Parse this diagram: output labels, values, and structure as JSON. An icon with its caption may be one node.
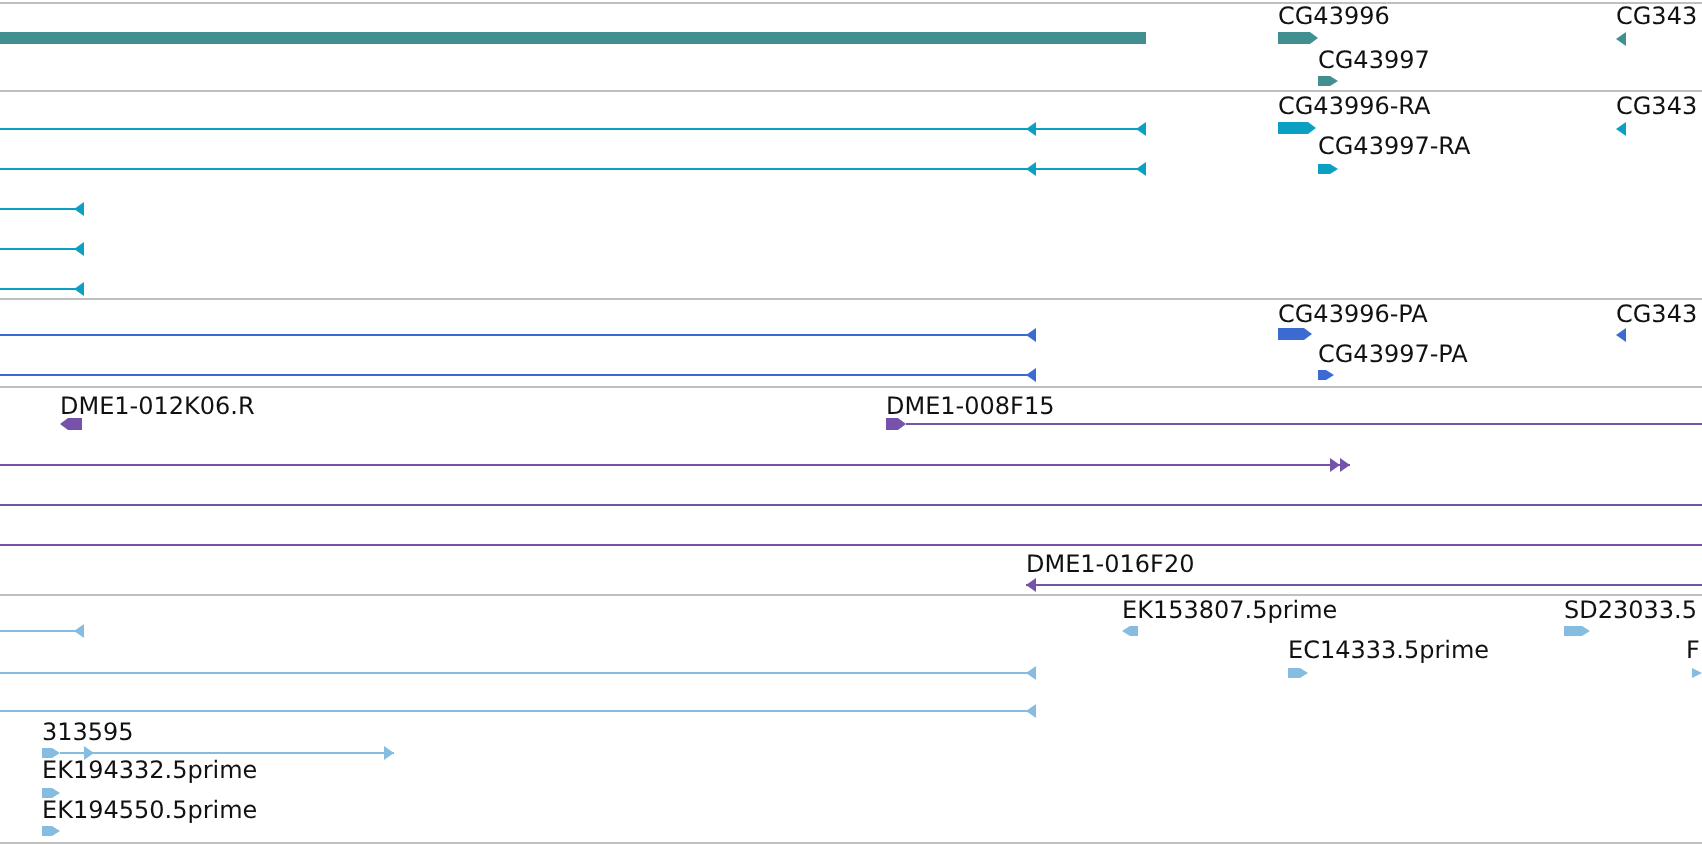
{
  "diagram": {
    "nodes": [
      {
        "text": [],
        "shape": "bar"
      },
      {
        "text": [
          "CG43996"
        ]
      },
      {
        "text": [
          "CG343"
        ]
      },
      {
        "text": [
          "CG43997"
        ]
      },
      {
        "text": [],
        "shape": "line"
      },
      {
        "text": [
          "CG43996-RA"
        ]
      },
      {
        "text": [
          "CG343"
        ]
      },
      {
        "text": [],
        "shape": "line"
      },
      {
        "text": [
          "CG43997-RA"
        ]
      },
      {
        "text": [],
        "shape": "line"
      },
      {
        "text": [],
        "shape": "line"
      },
      {
        "text": [],
        "shape": "line"
      },
      {
        "text": [],
        "shape": "line"
      },
      {
        "text": [
          "CG43996-PA"
        ]
      },
      {
        "text": [
          "CG343"
        ]
      },
      {
        "text": [],
        "shape": "line"
      },
      {
        "text": [
          "CG43997-PA"
        ]
      },
      {
        "text": [
          "DME1-012K06.R"
        ]
      },
      {
        "text": [
          "DME1-008F15"
        ]
      },
      {
        "text": [],
        "shape": "line"
      },
      {
        "text": [],
        "shape": "line"
      },
      {
        "text": [],
        "shape": "line"
      },
      {
        "text": [
          "DME1-016F20"
        ]
      },
      {
        "text": [],
        "shape": "line"
      },
      {
        "text": [
          "EK153807.5prime"
        ]
      },
      {
        "text": [
          "SD23033.5"
        ]
      },
      {
        "text": [],
        "shape": "line"
      },
      {
        "text": [
          "EC14333.5prime"
        ]
      },
      {
        "text": [
          "F"
        ]
      },
      {
        "text": [],
        "shape": "line"
      },
      {
        "text": [
          "313595"
        ]
      },
      {
        "text": [
          "EK194332.5prime"
        ]
      },
      {
        "text": [
          "EK194550.5prime"
        ]
      }
    ]
  }
}
